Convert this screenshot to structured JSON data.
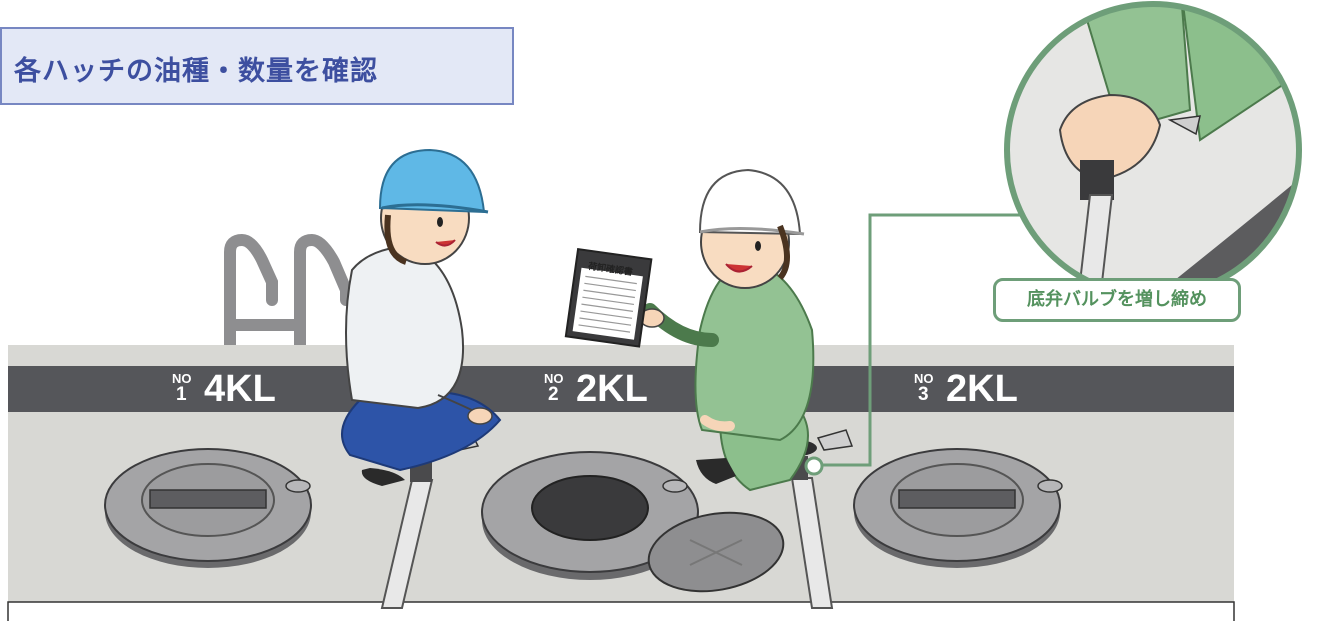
{
  "title": "各ハッチの油種・数量を確認",
  "callout_label": "底弁バルブを増し締め",
  "clipboard_text": "荷卸確認書",
  "hatches": [
    {
      "no_mark": "NO",
      "number": "1",
      "capacity": "4KL"
    },
    {
      "no_mark": "NO",
      "number": "2",
      "capacity": "2KL"
    },
    {
      "no_mark": "NO",
      "number": "3",
      "capacity": "2KL"
    }
  ],
  "colors": {
    "title_text": "#3d4fa0",
    "title_bg": "#e3e8f6",
    "callout_green": "#6e9e79",
    "tank_band": "#55565a",
    "tank_top": "#d8d8d4"
  }
}
